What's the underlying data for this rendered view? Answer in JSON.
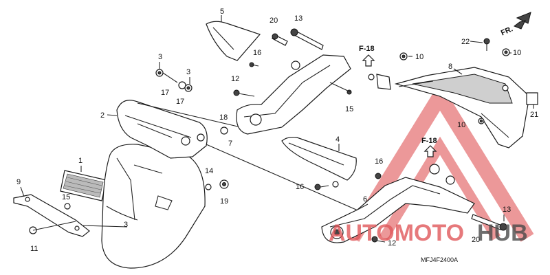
{
  "callouts": {
    "c1": "1",
    "c2": "2",
    "c3a": "3",
    "c3b": "3",
    "c3c": "3",
    "c4": "4",
    "c5": "5",
    "c6": "6",
    "c7": "7",
    "c8": "8",
    "c9": "9",
    "c10a": "10",
    "c10b": "10",
    "c10c": "10",
    "c11": "11",
    "c12a": "12",
    "c12b": "12",
    "c13a": "13",
    "c13b": "13",
    "c14": "14",
    "c15a": "15",
    "c15b": "15",
    "c16a": "16",
    "c16b": "16",
    "c16c": "16",
    "c17a": "17",
    "c17b": "17",
    "c18": "18",
    "c19": "19",
    "c20a": "20",
    "c20b": "20",
    "c21": "21",
    "c22": "22"
  },
  "references": {
    "f18_top": "F-18",
    "f18_right": "F-18"
  },
  "front_indicator": "FR.",
  "diagram_code": "MFJ4F2400A",
  "watermark": {
    "text_red": "AUTOMOTO",
    "text_dark": "HUB",
    "color_red": "#e0585b",
    "color_dark": "#4a4a4a"
  }
}
